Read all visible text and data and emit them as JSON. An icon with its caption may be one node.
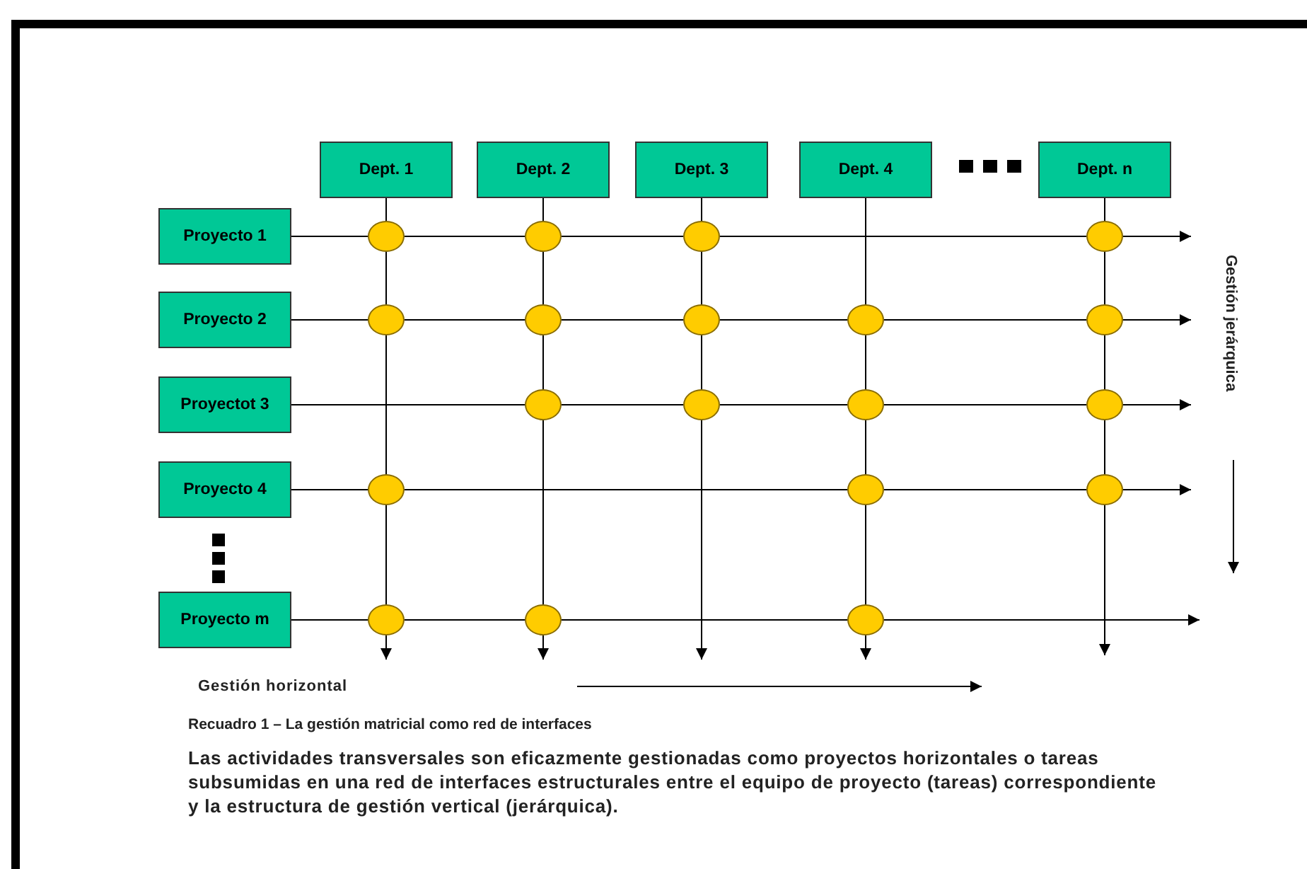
{
  "diagram": {
    "caption": "Recuadro 1 – La gestión matricial como red de interfaces",
    "nodes": [
      {
        "text": [
          "Dept. 1"
        ]
      },
      {
        "text": [
          "Dept. 2"
        ]
      },
      {
        "text": [
          "Dept. 3"
        ]
      },
      {
        "text": [
          "Dept. 4"
        ]
      },
      {
        "text": [
          "Dept. n"
        ]
      },
      {
        "text": [
          "Proyecto 1"
        ]
      },
      {
        "text": [],
        "shape": "circle"
      },
      {
        "text": [],
        "shape": "circle"
      },
      {
        "text": [],
        "shape": "circle"
      },
      {
        "text": [],
        "shape": "circle"
      },
      {
        "text": [
          "Proyecto 2"
        ]
      },
      {
        "text": [],
        "shape": "circle"
      },
      {
        "text": [],
        "shape": "circle"
      },
      {
        "text": [],
        "shape": "circle"
      },
      {
        "text": [],
        "shape": "circle"
      },
      {
        "text": [],
        "shape": "circle"
      },
      {
        "text": [
          "Proyectot 3"
        ]
      },
      {
        "text": [],
        "shape": "circle"
      },
      {
        "text": [],
        "shape": "circle"
      },
      {
        "text": [],
        "shape": "circle"
      },
      {
        "text": [],
        "shape": "circle"
      },
      {
        "text": [
          "Proyecto 4"
        ]
      },
      {
        "text": [],
        "shape": "circle"
      },
      {
        "text": [],
        "shape": "circle"
      },
      {
        "text": [],
        "shape": "circle"
      },
      {
        "text": [
          "Proyecto m"
        ]
      },
      {
        "text": [],
        "shape": "circle"
      },
      {
        "text": [],
        "shape": "circle"
      },
      {
        "text": [],
        "shape": "circle"
      }
    ],
    "edges": [
      {
        "from": 5,
        "to": 6,
        "arrow": "none"
      },
      {
        "from": 6,
        "to": 7,
        "arrow": "none"
      },
      {
        "from": 7,
        "to": 8,
        "arrow": "none"
      },
      {
        "from": 8,
        "to": 9,
        "arrow": "none"
      },
      {
        "from": 9,
        "to": null,
        "arrow": "to"
      },
      {
        "from": 10,
        "to": 11,
        "arrow": "none"
      },
      {
        "from": 11,
        "to": 12,
        "arrow": "none"
      },
      {
        "from": 12,
        "to": 13,
        "arrow": "none"
      },
      {
        "from": 13,
        "to": 14,
        "arrow": "none"
      },
      {
        "from": 14,
        "to": 15,
        "arrow": "none"
      },
      {
        "from": 15,
        "to": null,
        "arrow": "to"
      },
      {
        "from": 16,
        "to": 17,
        "arrow": "none"
      },
      {
        "from": 17,
        "to": 18,
        "arrow": "none"
      },
      {
        "from": 18,
        "to": 19,
        "arrow": "none"
      },
      {
        "from": 19,
        "to": 20,
        "arrow": "none"
      },
      {
        "from": 20,
        "to": null,
        "arrow": "to"
      },
      {
        "from": 21,
        "to": 22,
        "arrow": "none"
      },
      {
        "from": 22,
        "to": 23,
        "arrow": "none"
      },
      {
        "from": 23,
        "to": 24,
        "arrow": "none"
      },
      {
        "from": 24,
        "to": null,
        "arrow": "to"
      },
      {
        "from": 25,
        "to": 26,
        "arrow": "none"
      },
      {
        "from": 26,
        "to": 27,
        "arrow": "none"
      },
      {
        "from": 27,
        "to": 28,
        "arrow": "none"
      },
      {
        "from": 28,
        "to": null,
        "arrow": "to"
      },
      {
        "from": 0,
        "to": 6,
        "arrow": "none"
      },
      {
        "from": 6,
        "to": 11,
        "arrow": "none"
      },
      {
        "from": 11,
        "to": 22,
        "arrow": "none"
      },
      {
        "from": 22,
        "to": 26,
        "arrow": "none"
      },
      {
        "from": 26,
        "to": null,
        "arrow": "to"
      },
      {
        "from": 1,
        "to": 7,
        "arrow": "none"
      },
      {
        "from": 7,
        "to": 12,
        "arrow": "none"
      },
      {
        "from": 12,
        "to": 17,
        "arrow": "none"
      },
      {
        "from": 17,
        "to": 27,
        "arrow": "none"
      },
      {
        "from": 27,
        "to": null,
        "arrow": "to"
      },
      {
        "from": 2,
        "to": 8,
        "arrow": "none"
      },
      {
        "from": 8,
        "to": 13,
        "arrow": "none"
      },
      {
        "from": 13,
        "to": 18,
        "arrow": "none"
      },
      {
        "from": 18,
        "to": null,
        "arrow": "to"
      },
      {
        "from": 3,
        "to": 14,
        "arrow": "none"
      },
      {
        "from": 14,
        "to": 19,
        "arrow": "none"
      },
      {
        "from": 19,
        "to": 23,
        "arrow": "none"
      },
      {
        "from": 23,
        "to": 28,
        "arrow": "none"
      },
      {
        "from": 28,
        "to": null,
        "arrow": "to"
      },
      {
        "from": 4,
        "to": 9,
        "arrow": "none"
      },
      {
        "from": 9,
        "to": 15,
        "arrow": "none"
      },
      {
        "from": 15,
        "to": 20,
        "arrow": "none"
      },
      {
        "from": 20,
        "to": 24,
        "arrow": "none"
      },
      {
        "from": 24,
        "to": null,
        "arrow": "to"
      }
    ],
    "labels": [
      "Gestión jerárquica",
      "Gestión horizontal",
      "Las actividades transversales son eficazmente gestionadas como proyectos horizontales o tareas subsumidas en una red de interfaces estructurales entre el equipo de proyecto (tareas) correspondiente y la estructura de gestión vertical (jerárquica)."
    ]
  }
}
